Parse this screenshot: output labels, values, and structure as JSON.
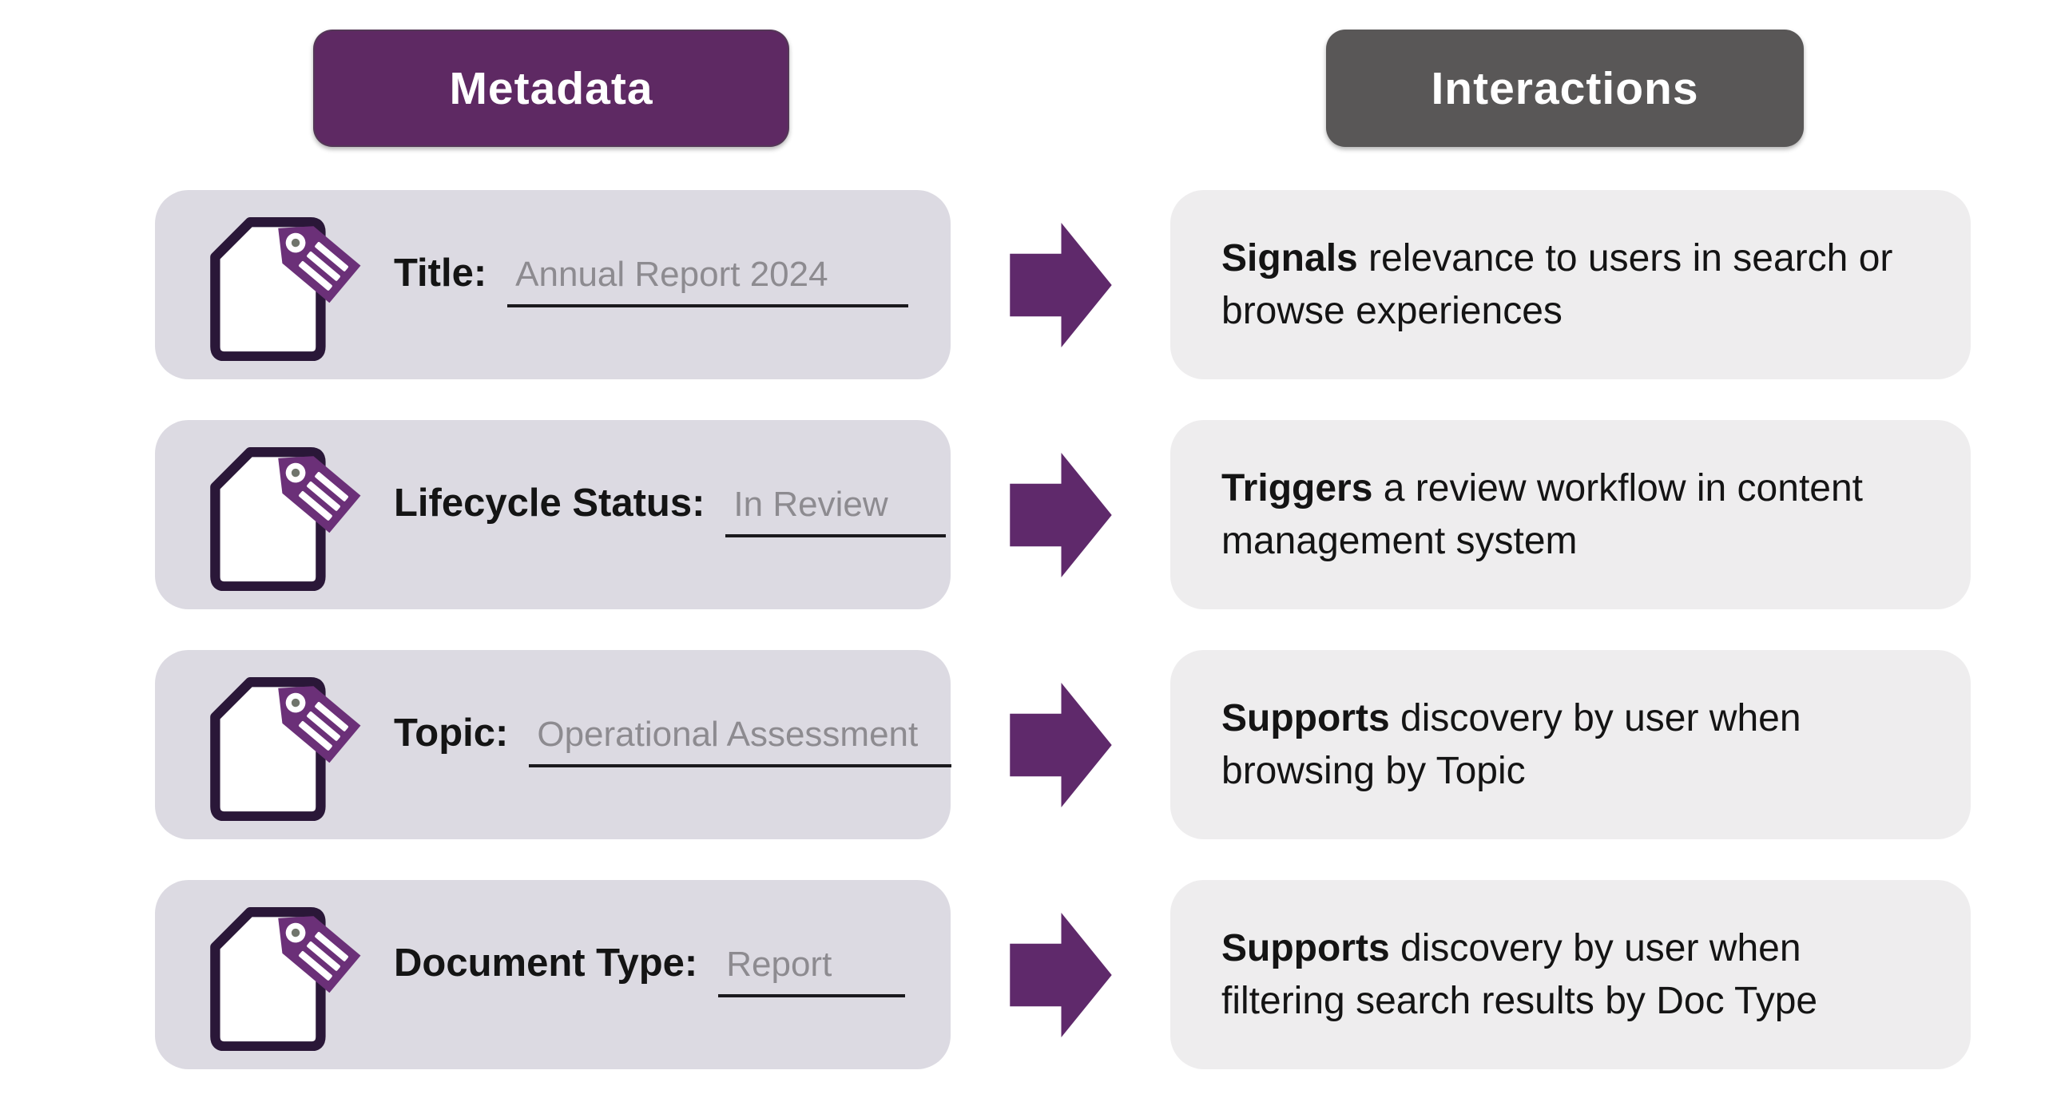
{
  "headers": {
    "metadata": "Metadata",
    "interactions": "Interactions"
  },
  "rows": [
    {
      "label": "Title:",
      "value": "Annual Report 2024",
      "desc_bold": "Signals",
      "desc_line1": " relevance to users in search or",
      "desc_line2": "browse experiences"
    },
    {
      "label": "Lifecycle Status:",
      "value": "In Review",
      "desc_bold": "Triggers",
      "desc_line1": " a review workflow in content",
      "desc_line2": "management system"
    },
    {
      "label": "Topic:",
      "value": "Operational Assessment",
      "desc_bold": "Supports",
      "desc_line1": " discovery by user when",
      "desc_line2": "browsing by Topic"
    },
    {
      "label": "Document Type:",
      "value": "Report",
      "desc_bold": "Supports",
      "desc_line1": " discovery by user when",
      "desc_line2": "filtering search results by Doc Type"
    }
  ],
  "icons": {
    "document_tag": "document-with-tag-icon",
    "arrow": "right-arrow-icon"
  },
  "colors": {
    "metadata_header_bg": "#5e2963",
    "interactions_header_bg": "#595757",
    "metadata_card_bg": "#dcdae2",
    "interaction_card_bg": "#eeedee",
    "arrow": "#5f296b",
    "tag": "#6b3078",
    "document_outline": "#2a1738",
    "label_text": "#141414",
    "value_text": "#8d8b90",
    "underline": "#1a191d",
    "header_text": "#ffffff"
  }
}
